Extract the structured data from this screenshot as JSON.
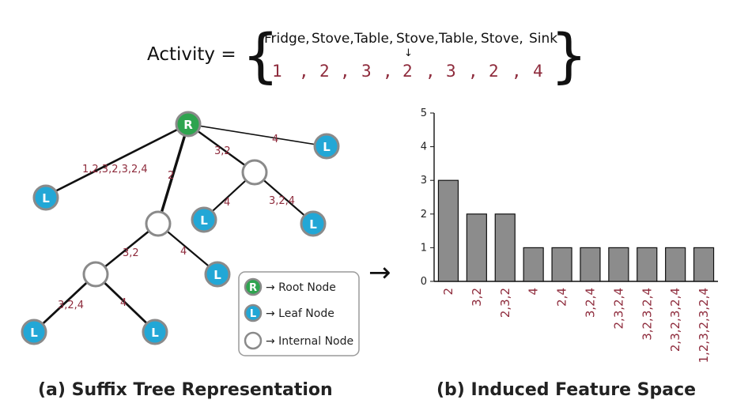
{
  "activity": {
    "label": "Activity  =",
    "words": [
      "Fridge,",
      "Stove,",
      "Table,",
      "Stove,",
      "Table,",
      "Stove,",
      "Sink"
    ],
    "numbers": [
      "1",
      ",",
      "2",
      ",",
      "3",
      ",",
      "2",
      ",",
      "3",
      ",",
      "2",
      ",",
      "4"
    ],
    "arrow": "↓"
  },
  "tree": {
    "root_letter": "R",
    "leaf_letter": "L",
    "edge_labels": [
      "4",
      "1,2,3,2,3,2,4",
      "2",
      "3,2",
      "4",
      "3,2,4",
      "3,2",
      "4",
      "3,2,4",
      "4"
    ],
    "colors": {
      "root": "#2ea44f",
      "leaf": "#22a7d6",
      "internal": "#ffffff",
      "ring": "#8a8a8a",
      "label": "#8e2b3c"
    }
  },
  "legend": {
    "items": [
      {
        "letter": "R",
        "text": "→ Root Node"
      },
      {
        "letter": "L",
        "text": "→ Leaf Node"
      },
      {
        "letter": "",
        "text": "→ Internal Node"
      }
    ]
  },
  "arrow_symbol": "→",
  "captions": {
    "left": "(a) Suffix Tree Representation",
    "right": "(b) Induced Feature Space"
  },
  "chart_data": {
    "type": "bar",
    "categories": [
      "2",
      "3,2",
      "2,3,2",
      "4",
      "2,4",
      "3,2,4",
      "2,3,2,4",
      "3,2,3,2,4",
      "2,3,2,3,2,4",
      "1,2,3,2,3,2,4"
    ],
    "values": [
      3,
      2,
      2,
      1,
      1,
      1,
      1,
      1,
      1,
      1
    ],
    "ylim": [
      0,
      5
    ],
    "yticks": [
      "0",
      "1",
      "2",
      "3",
      "4",
      "5"
    ],
    "bar_color": "#8c8c8c",
    "title": "",
    "xlabel": "",
    "ylabel": ""
  }
}
